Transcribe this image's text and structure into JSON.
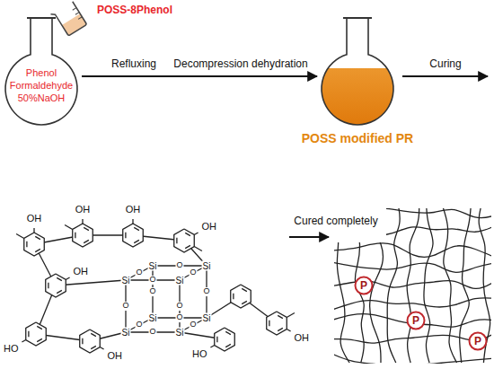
{
  "diagram": {
    "nodes": [
      {
        "text": [
          "POSS-8Phenol"
        ]
      },
      {
        "text": [
          "Phenol Formaldehyde 50%NaOH"
        ]
      },
      {
        "text": [
          "POSS modified PR"
        ]
      },
      {
        "text": [
          "P"
        ]
      },
      {
        "text": [
          "P"
        ]
      },
      {
        "text": [
          "P"
        ]
      }
    ],
    "edges": [
      {
        "from": 1,
        "to": 2,
        "arrow": "to",
        "label": "Refluxing"
      }
    ],
    "labels": [
      "Decompression dehydration",
      "Curing",
      "Cured completely",
      "OH",
      "OH",
      "OH",
      "OH",
      "OH",
      "HO",
      "OH",
      "HO",
      "OH",
      "Si",
      "Si",
      "Si",
      "Si",
      "Si",
      "Si",
      "Si",
      "Si",
      "O",
      "O",
      "O",
      "O",
      "O",
      "O",
      "O",
      "O",
      "O",
      "O",
      "O",
      "O"
    ]
  }
}
